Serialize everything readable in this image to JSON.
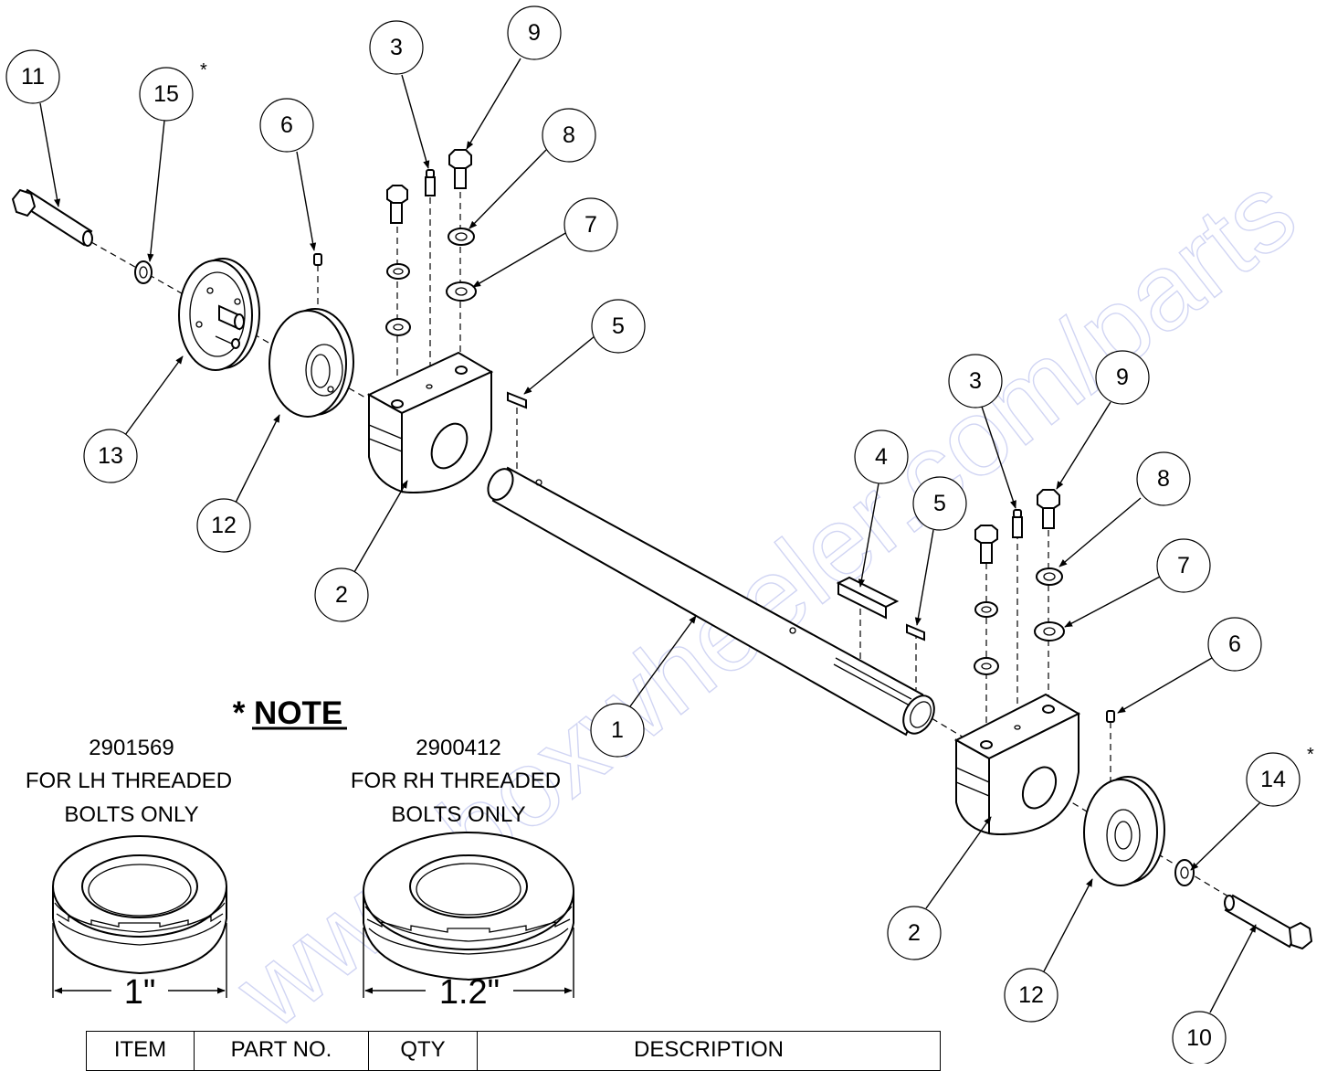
{
  "watermark": "www.boxwheeler.com/parts",
  "note": {
    "title": "* NOTE",
    "lh": {
      "part_no": "2901569",
      "line1": "FOR LH THREADED",
      "line2": "BOLTS ONLY",
      "dimension": "1\""
    },
    "rh": {
      "part_no": "2900412",
      "line1": "FOR RH THREADED",
      "line2": "BOLTS ONLY",
      "dimension": "1.2\""
    }
  },
  "balloons": {
    "b11": "11",
    "b15": "15",
    "b6a": "6",
    "b3a": "3",
    "b9a": "9",
    "b8a": "8",
    "b7a": "7",
    "b5a": "5",
    "b13": "13",
    "b12a": "12",
    "b2a": "2",
    "b4": "4",
    "b5b": "5",
    "b3b": "3",
    "b9b": "9",
    "b8b": "8",
    "b7b": "7",
    "b6b": "6",
    "b1": "1",
    "b14": "14",
    "b2b": "2",
    "b12b": "12",
    "b10": "10"
  },
  "asterisk_marks": {
    "near_15": "*",
    "near_14": "*"
  },
  "table": {
    "headers": {
      "item": "ITEM",
      "part_no": "PART NO.",
      "qty": "QTY",
      "description": "DESCRIPTION"
    }
  }
}
